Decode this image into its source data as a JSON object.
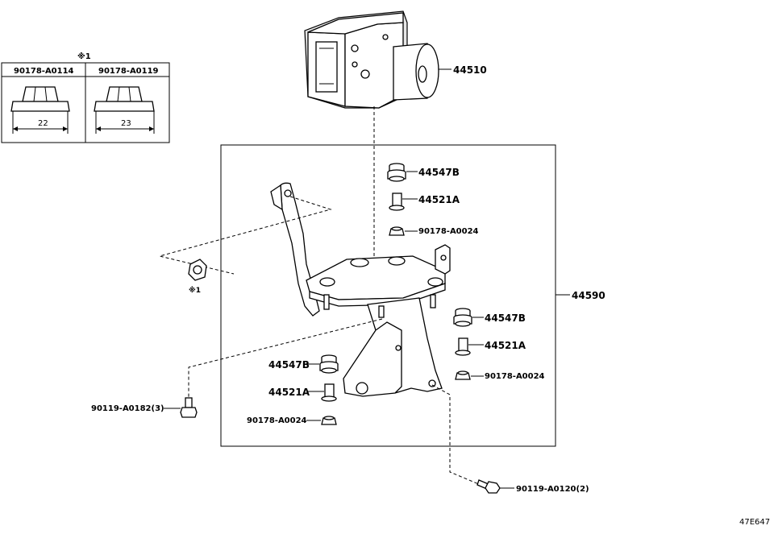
{
  "diagram": {
    "inset_table": {
      "header_mark": "※1",
      "col1_part": "90178-A0114",
      "col2_part": "90178-A0119",
      "col1_size": "22",
      "col2_size": "23"
    },
    "labels": {
      "actuator": "44510",
      "bracket": "44590",
      "cushion_top": "44547B",
      "collar_top": "44521A",
      "nut_top": "90178-A0024",
      "cushion_right": "44547B",
      "collar_right": "44521A",
      "nut_right": "90178-A0024",
      "cushion_left": "44547B",
      "collar_left": "44521A",
      "nut_left": "90178-A0024",
      "bolt_left": "90119-A0182(3)",
      "bolt_bottom": "90119-A0120(2)",
      "nut_mark": "※1"
    },
    "reference_code": "47E647"
  }
}
